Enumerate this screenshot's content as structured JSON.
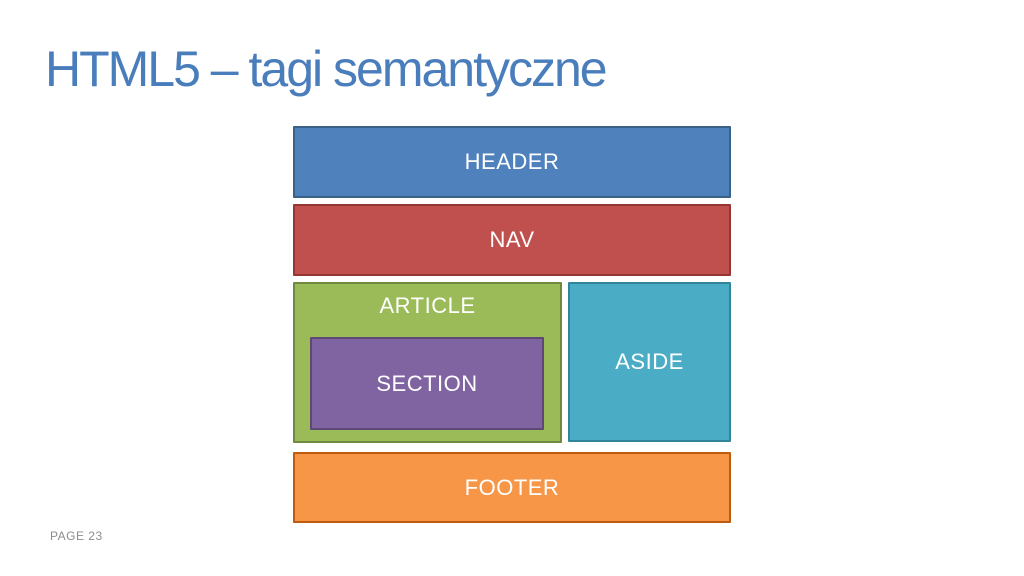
{
  "slide": {
    "title": "HTML5 – tagi semantyczne",
    "title_color": "#4A7DBB",
    "background_color": "#FFFFFF",
    "page_label": "PAGE 23",
    "page_label_color": "#8C8C8C"
  },
  "diagram": {
    "description": "HTML5 semantic tags page-layout diagram",
    "label_color": "#FFFFFF",
    "boxes": [
      {
        "tag": "header",
        "label": "HEADER",
        "fill": "#4F81BD",
        "border": "#3A6186"
      },
      {
        "tag": "nav",
        "label": "NAV",
        "fill": "#C0504D",
        "border": "#943634"
      },
      {
        "tag": "article",
        "label": "ARTICLE",
        "fill": "#9BBB59",
        "border": "#71893F"
      },
      {
        "tag": "section",
        "label": "SECTION",
        "fill": "#8064A2",
        "border": "#5E4876"
      },
      {
        "tag": "aside",
        "label": "ASIDE",
        "fill": "#4BACC6",
        "border": "#31859B"
      },
      {
        "tag": "footer",
        "label": "FOOTER",
        "fill": "#F79646",
        "border": "#BC5B10"
      }
    ]
  }
}
